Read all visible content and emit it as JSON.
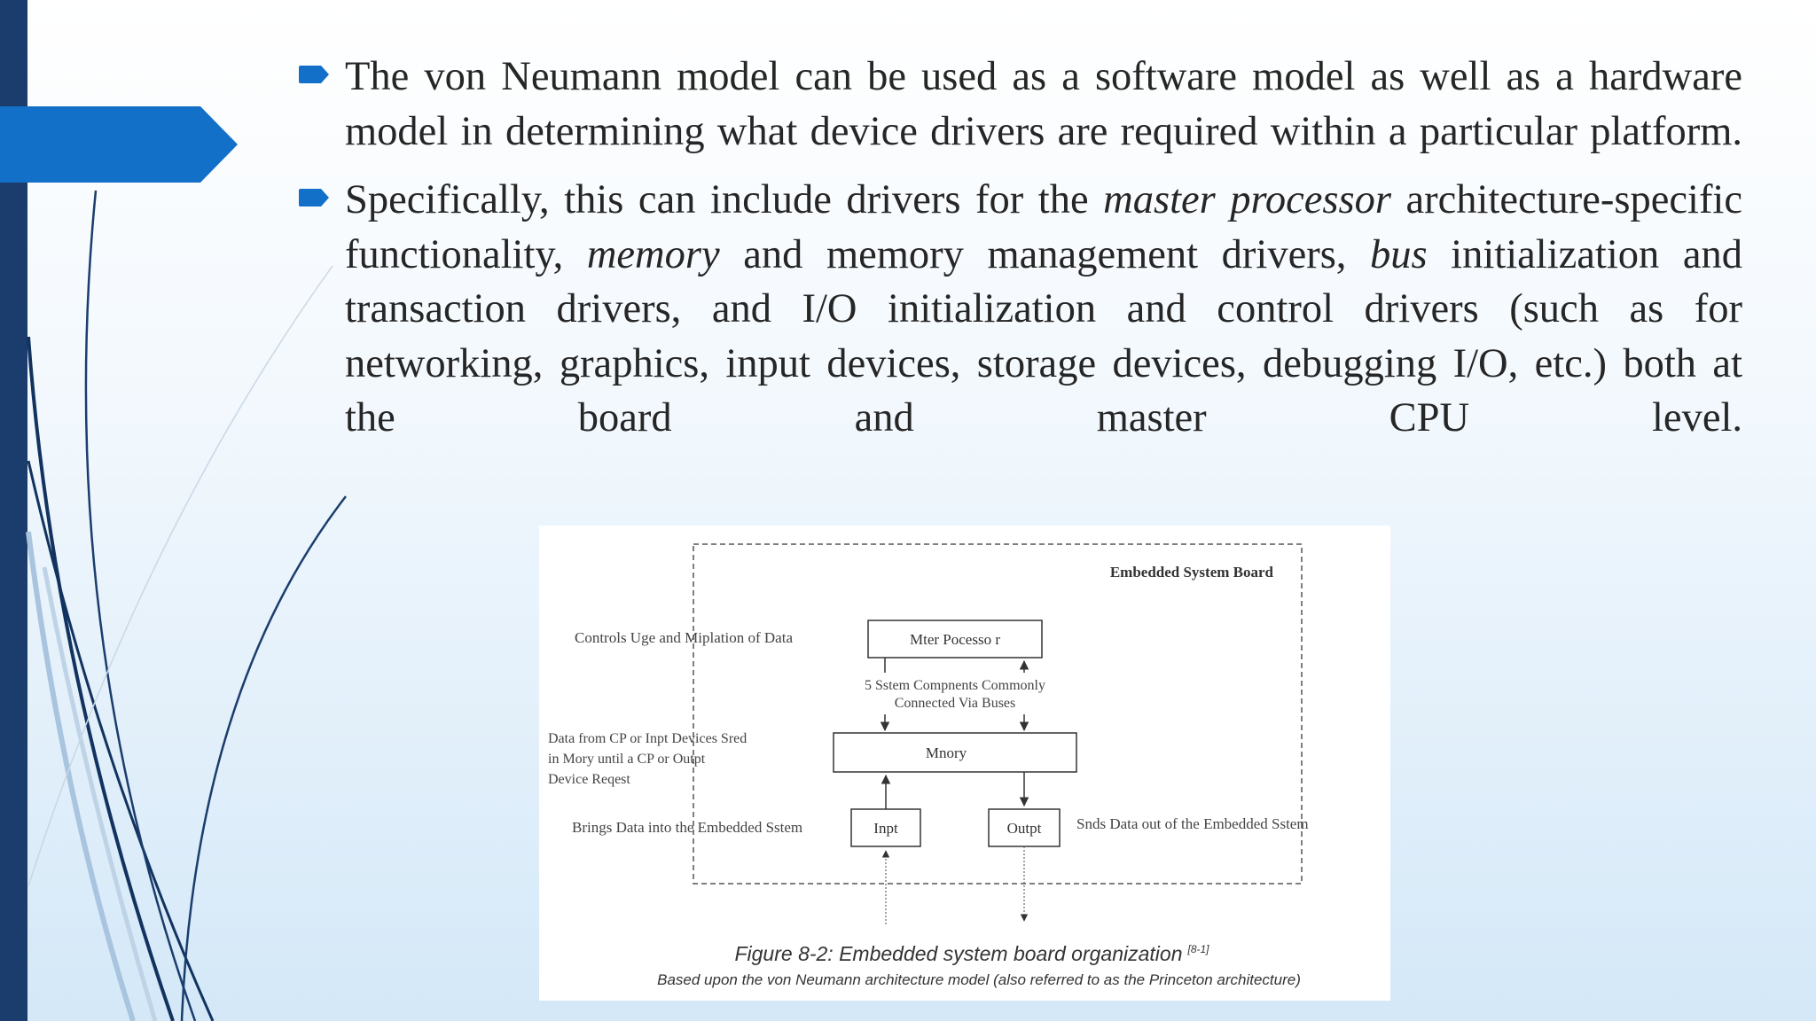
{
  "slide": {
    "bullets": [
      {
        "t1": "The von Neumann model can be used as a software model as well as a hardware model in determining what device drivers are required within a particular platform."
      },
      {
        "t1": "Specifically, this can include drivers for the ",
        "i1": "master processor",
        "t2": " architecture-specific functionality, ",
        "i2": "memory",
        "t3": " and memory management drivers, ",
        "i3": "bus",
        "t4": " initialization and transaction drivers, and I/O initialization and control drivers (such as for networking, graphics, input devices, storage devices, debugging I/O, etc.) both at the board and master CPU level."
      }
    ]
  },
  "figure": {
    "board_label": "Embedded System Board",
    "master_processor": "Mter Pocesso r",
    "memory": "Mnory",
    "input": "Inpt",
    "output": "Outpt",
    "controls_label": "Controls Uge and Miplation of Data",
    "buses_label_1": "5 Sstem Compnents Commonly",
    "buses_label_2": "Connected Via Buses",
    "memory_desc_1": "Data from CP or Inpt Devices Sred",
    "memory_desc_2": "in Mory until a CP or Outpt",
    "memory_desc_3": "Device Reqest",
    "input_desc": "Brings Data into the Embedded Sstem",
    "output_desc": "Snds Data out of the Embedded Sstem",
    "caption": "Figure 8-2: Embedded system board organization",
    "caption_ref": "[8-1]",
    "subcaption": "Based upon the von Neumann architecture model (also referred to as the Princeton architecture)"
  },
  "colors": {
    "left_bar": "#1a3d6d",
    "accent": "#1270c8",
    "text": "#262626"
  },
  "icons": {
    "bullet": "arrow-bullet-icon"
  }
}
